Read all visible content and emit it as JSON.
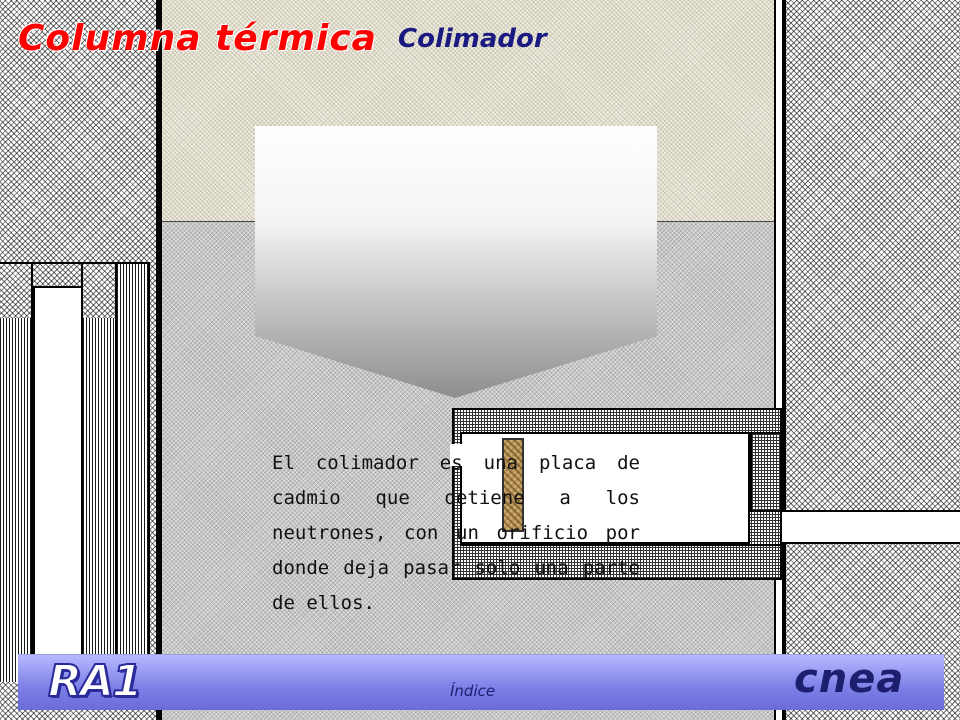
{
  "header": {
    "title": "Columna térmica",
    "subtitle": "Colimador"
  },
  "description": "El colimador es una placa de cadmio que detiene a los neutrones, con un orificio por donde deja pasar solo una parte de ellos.",
  "footer": {
    "logo_left": "RA1",
    "index_link": "Índice",
    "logo_right": "cnea"
  },
  "colors": {
    "title": "#ff0000",
    "subtitle": "#1a1a80",
    "footer_gradient_top": "#b8b9ff",
    "footer_gradient_bottom": "#6a6dd8",
    "cadmium_plate": "#b89458"
  },
  "icons": [
    "shield-gradient-shape",
    "collimator-plate"
  ]
}
